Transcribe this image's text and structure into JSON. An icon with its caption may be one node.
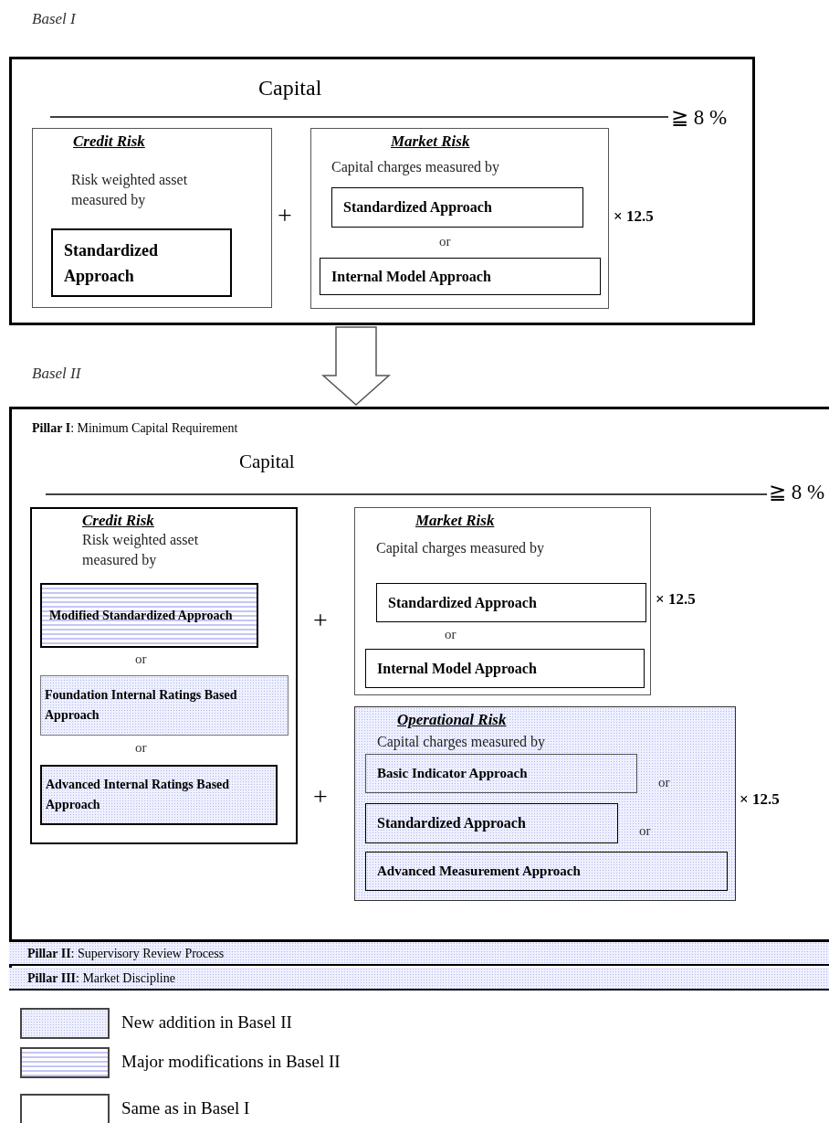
{
  "diagram": {
    "nodes": [
      {
        "text": [
          "Basel I",
          "Capital",
          "≧ 8 %",
          "+",
          "× 12.5"
        ]
      },
      {
        "text": [
          "Credit Risk",
          "Risk weighted asset measured by"
        ],
        "in": 0
      },
      {
        "text": [
          "Standardized Approach"
        ],
        "in": 1
      },
      {
        "text": [
          "Market Risk",
          "Capital charges measured by",
          "or"
        ],
        "in": 0
      },
      {
        "text": [
          "Standardized Approach"
        ],
        "in": 3
      },
      {
        "text": [
          "Internal Model Approach"
        ],
        "in": 3
      },
      {
        "text": [
          "Basel II"
        ]
      },
      {
        "text": [
          "**Pillar I**: Minimum Capital Requirement",
          "Capital",
          "≧ 8 %",
          "+",
          "+",
          "× 12.5",
          "× 12.5"
        ],
        "in": 6
      },
      {
        "text": [
          "Credit Risk",
          "Risk weighted asset measured by",
          "or",
          "or"
        ],
        "in": 7
      },
      {
        "text": [
          "Modified Standardized Approach"
        ],
        "in": 8
      },
      {
        "text": [
          "Foundation Internal Ratings Based Approach"
        ],
        "in": 8
      },
      {
        "text": [
          "Advanced Internal Ratings Based Approach"
        ],
        "in": 8
      },
      {
        "text": [
          "Market Risk",
          "Capital charges measured by",
          "or"
        ],
        "in": 7
      },
      {
        "text": [
          "Standardized Approach"
        ],
        "in": 12
      },
      {
        "text": [
          "Internal Model Approach"
        ],
        "in": 12
      },
      {
        "text": [
          "Operational Risk",
          "Capital charges measured by",
          "or",
          "or"
        ],
        "in": 7
      },
      {
        "text": [
          "Basic Indicator Approach"
        ],
        "in": 15
      },
      {
        "text": [
          "Standardized Approach"
        ],
        "in": 15
      },
      {
        "text": [
          "Advanced Measurement Approach"
        ],
        "in": 15
      },
      {
        "text": [
          "**Pillar II**: Supervisory Review Process"
        ],
        "in": 6
      },
      {
        "text": [
          "**Pillar III**: Market Discipline"
        ],
        "in": 6
      }
    ],
    "edges": [
      {
        "from": 0,
        "to": 6,
        "arrow": "to",
        "style": "thick"
      }
    ],
    "legend": [
      {
        "text": "New addition in Basel II"
      },
      {
        "text": "Major modifications in Basel II"
      },
      {
        "text": "Same as in Basel I"
      }
    ]
  }
}
